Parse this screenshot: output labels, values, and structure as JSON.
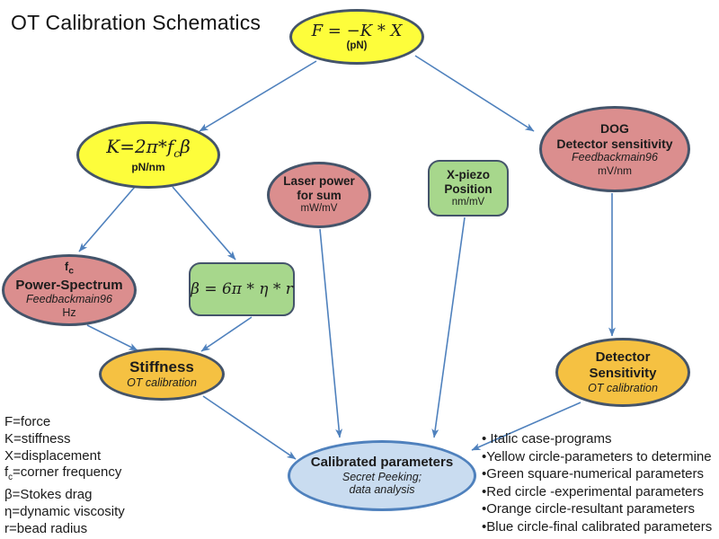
{
  "title": "OT Calibration Schematics",
  "nodes": {
    "force": {
      "formula": "F = −K * X",
      "unit": "(pN)"
    },
    "k": {
      "formula_pre": "K=2π*f",
      "formula_sub": "c",
      "formula_post": "β",
      "unit": "pN/nm"
    },
    "dog": {
      "line1": "DOG",
      "line2": "Detector sensitivity",
      "program": "Feedbackmain96",
      "unit": "mV/nm"
    },
    "laser": {
      "line1": "Laser power",
      "line2": "for sum",
      "unit": "mW/mV"
    },
    "xpiezo": {
      "line1": "X-piezo",
      "line2": "Position",
      "unit": "nm/mV"
    },
    "powerspec": {
      "sym_pre": "f",
      "sym_sub": "c",
      "line2": "Power-Spectrum",
      "program": "Feedbackmain96",
      "unit": "Hz"
    },
    "beta": {
      "formula": "β = 6π * η * r"
    },
    "stiffness": {
      "line1": "Stiffness",
      "program": "OT calibration"
    },
    "detsens": {
      "line1": "Detector",
      "line2": "Sensitivity",
      "program": "OT calibration"
    },
    "calibrated": {
      "line1": "Calibrated parameters",
      "program1": "Secret Peeking;",
      "program2": "data analysis"
    }
  },
  "legend_left": {
    "items": [
      [
        {
          "t": "F=force"
        }
      ],
      [
        {
          "t": "K=stiffness"
        }
      ],
      [
        {
          "t": "X=displacement"
        }
      ],
      [
        {
          "t": "f"
        },
        {
          "t": "c",
          "sub": true
        },
        {
          "t": "=corner frequency"
        }
      ],
      [
        {
          "t": "β=Stokes drag"
        }
      ],
      [
        {
          "t": "η=dynamic viscosity"
        }
      ],
      [
        {
          "t": "r=bead radius"
        }
      ]
    ]
  },
  "legend_right": {
    "items": [
      "• Italic case-programs",
      "•Yellow circle-parameters to determine",
      "•Green square-numerical parameters",
      "•Red circle -experimental parameters",
      "•Orange circle-resultant parameters",
      "•Blue circle-final calibrated parameters"
    ]
  },
  "colors": {
    "yellow": "#FDFD3B",
    "red": "#DB8E8E",
    "green": "#A7D78C",
    "orange": "#F5C142",
    "blue_fill": "#C9DCF0",
    "blue_border": "#4F81BD",
    "outline": "#44546A",
    "arrow": "#4F81BD"
  }
}
